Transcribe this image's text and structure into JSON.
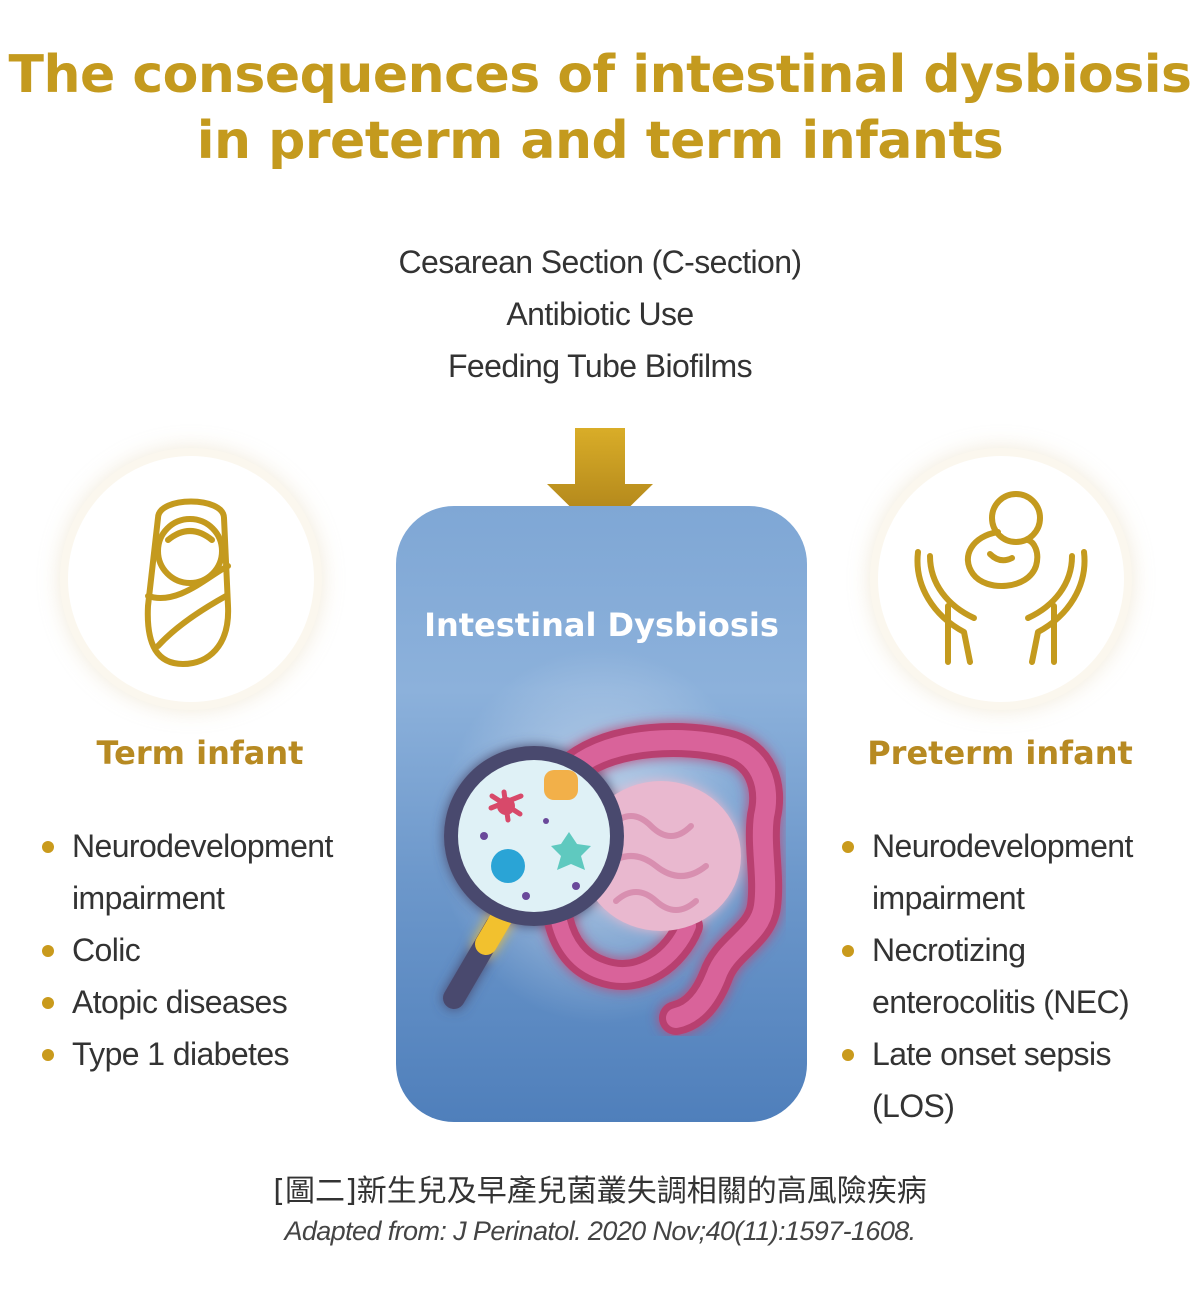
{
  "title": {
    "line1": "The consequences of intestinal dysbiosis",
    "line2": "in preterm and term infants"
  },
  "causes": [
    "Cesarean Section (C-section)",
    "Antibiotic Use",
    "Feeding Tube Biofilms"
  ],
  "center": {
    "label": "Intestinal Dysbiosis"
  },
  "term": {
    "heading": "Term infant",
    "icon": "swaddled-baby-icon",
    "items": [
      "Neurodevelopment impairment",
      "Colic",
      "Atopic diseases",
      "Type 1 diabetes"
    ]
  },
  "preterm": {
    "heading": "Preterm infant",
    "icon": "baby-in-hands-icon",
    "items": [
      "Neurodevelopment impairment",
      "Necrotizing enterocolitis (NEC)",
      "Late onset sepsis (LOS)"
    ]
  },
  "caption": "[圖二]新生兒及早產兒菌叢失調相關的高風險疾病",
  "source": "Adapted from: J Perinatol. 2020 Nov;40(11):1597-1608.",
  "colors": {
    "gold": "#c49a1e",
    "heading_gold": "#b78a22",
    "box_blue": "#6d98cb",
    "intestine": "#c04a7a",
    "text": "#333333"
  }
}
